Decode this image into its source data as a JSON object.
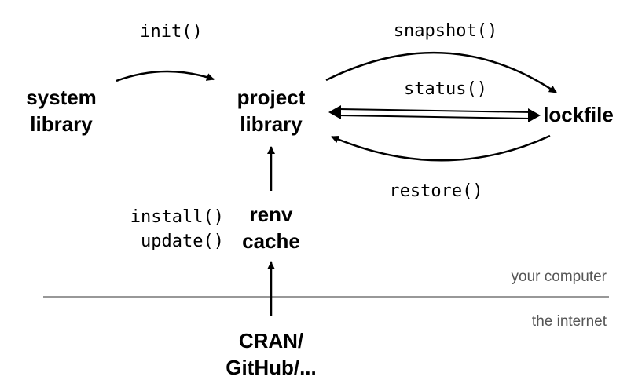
{
  "nodes": {
    "system_library": [
      "system",
      "library"
    ],
    "project_library": [
      "project",
      "library"
    ],
    "lockfile": "lockfile",
    "renv_cache": [
      "renv",
      "cache"
    ],
    "cran": [
      "CRAN/",
      "GitHub/..."
    ]
  },
  "functions": {
    "init": "init()",
    "snapshot": "snapshot()",
    "status": "status()",
    "restore": "restore()",
    "install": "install()",
    "update": "update()"
  },
  "regions": {
    "your_computer": "your computer",
    "the_internet": "the internet"
  }
}
